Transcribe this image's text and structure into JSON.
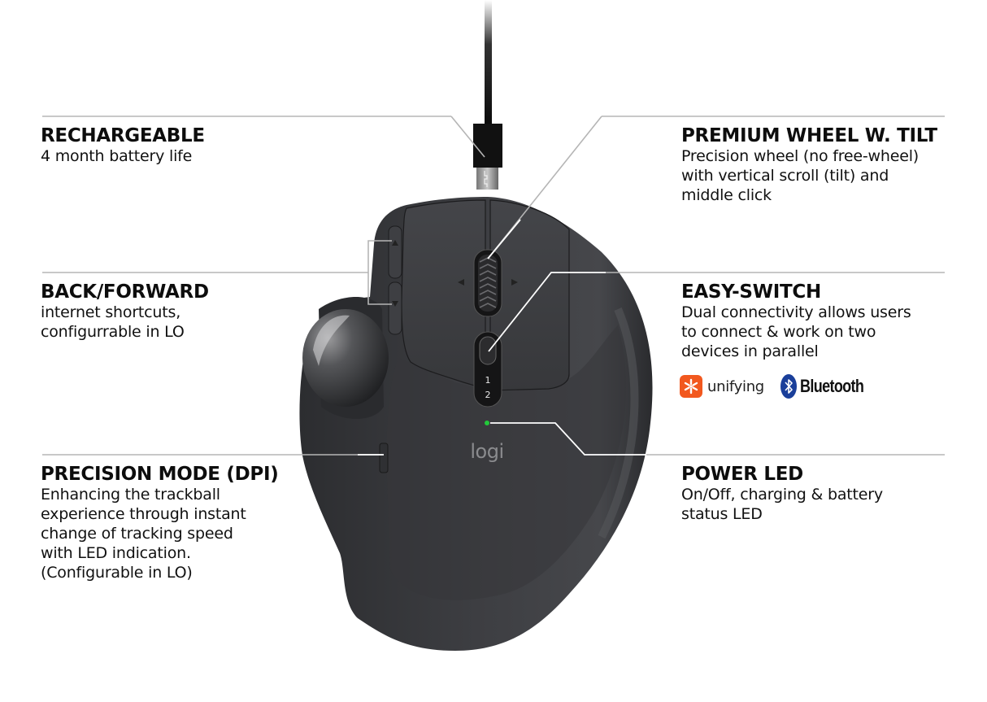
{
  "callouts": {
    "rechargeable": {
      "title": "RECHARGEABLE",
      "desc": "4 month battery life"
    },
    "premium_wheel": {
      "title": "PREMIUM WHEEL W. TILT",
      "desc": "Precision wheel (no free-wheel)\nwith vertical scroll (tilt) and\nmiddle click"
    },
    "back_forward": {
      "title": "BACK/FORWARD",
      "desc": "internet shortcuts,\nconfigurrable in LO"
    },
    "easy_switch": {
      "title": "EASY-SWITCH",
      "desc": "Dual connectivity allows users\nto connect & work on two\ndevices in parallel"
    },
    "precision_mode": {
      "title": "PRECISION MODE (DPI)",
      "desc": "Enhancing the trackball\nexperience through instant\nchange of tracking speed\nwith LED indication.\n(Configurable in LO)"
    },
    "power_led": {
      "title": "POWER LED",
      "desc": "On/Off, charging & battery\nstatus LED"
    }
  },
  "logos": {
    "unifying": "unifying",
    "bluetooth": "Bluetooth"
  },
  "mouse": {
    "brand": "logi",
    "switch_channels": [
      "1",
      "2"
    ],
    "led_color": "#22c93a",
    "body_color": "#3a3b3e"
  },
  "colors": {
    "callout_line": "#b5b5b5",
    "leader_line": "#ffffff",
    "unifying_orange": "#f2581e",
    "bluetooth_blue": "#1a3f9a"
  }
}
